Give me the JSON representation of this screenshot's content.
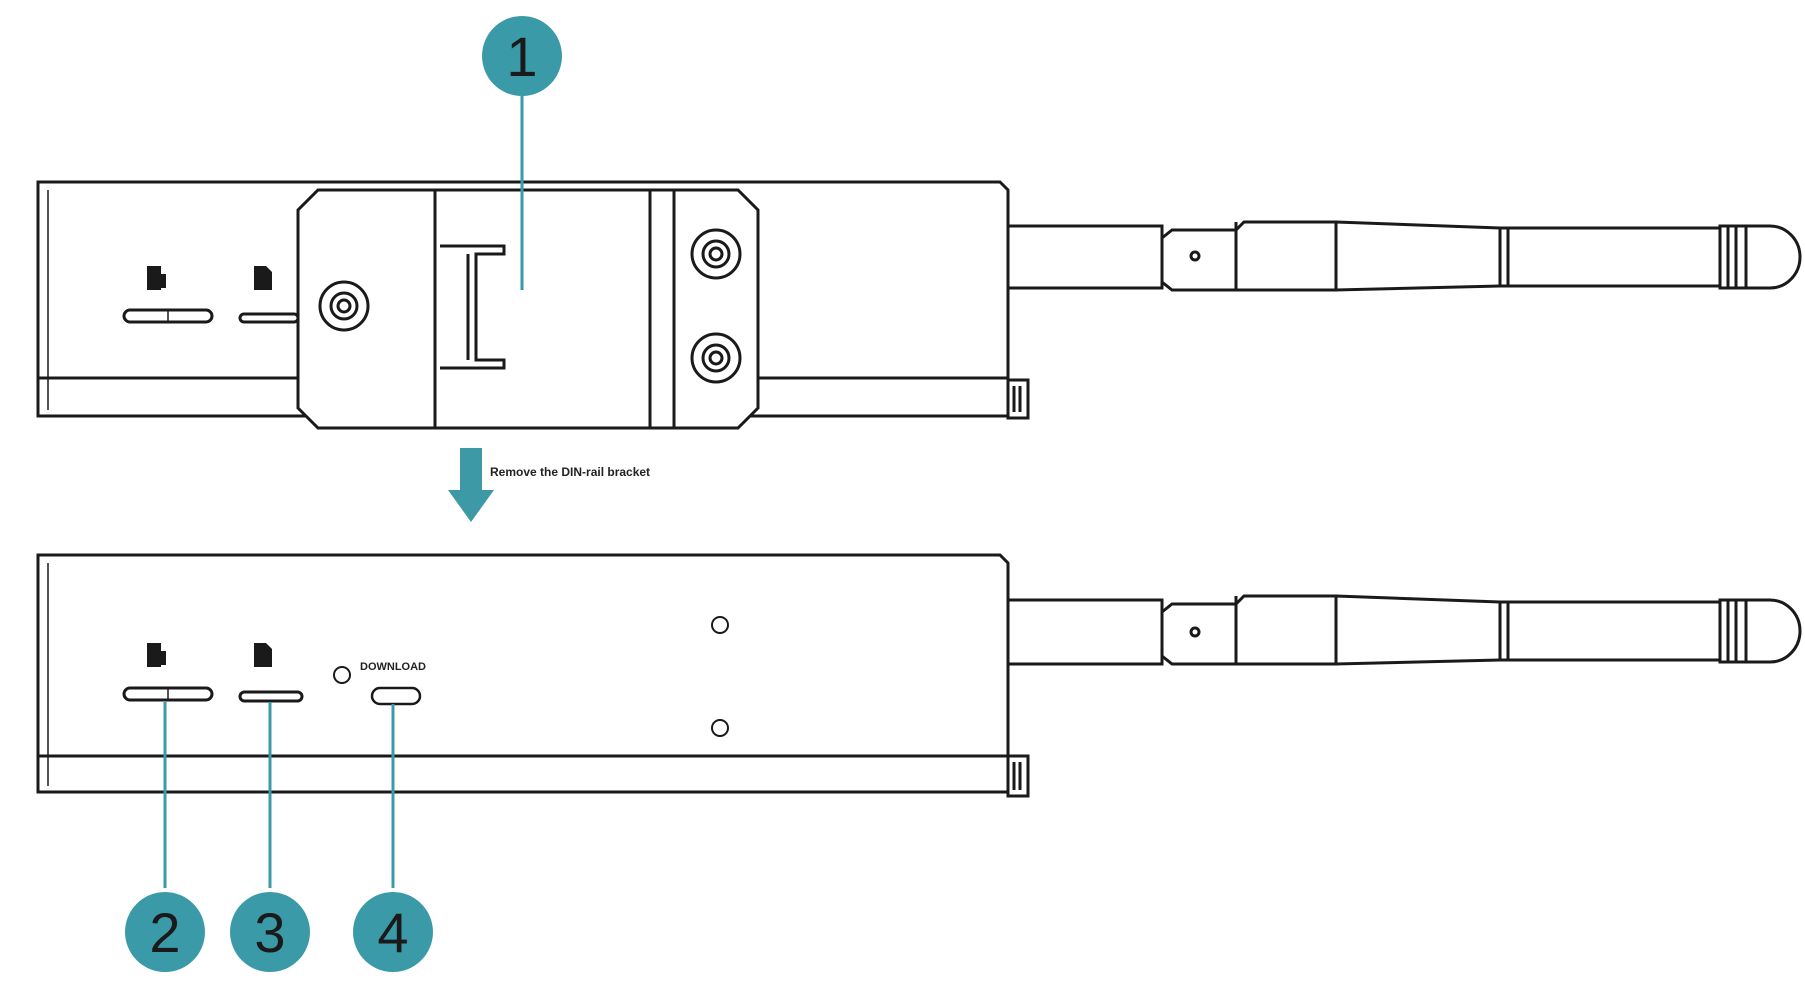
{
  "colors": {
    "callout": "#3b9aa8",
    "arrow": "#3d99a6",
    "outline": "#1a1a1a",
    "background": "#ffffff"
  },
  "instruction": "Remove the DIN-rail bracket",
  "download_label": "DOWNLOAD",
  "callouts": [
    {
      "number": "1"
    },
    {
      "number": "2"
    },
    {
      "number": "3"
    },
    {
      "number": "4"
    }
  ],
  "icons": {
    "sim_card": "sim-card-icon",
    "sd_card": "sd-card-icon",
    "arrow": "arrow-down-icon"
  }
}
